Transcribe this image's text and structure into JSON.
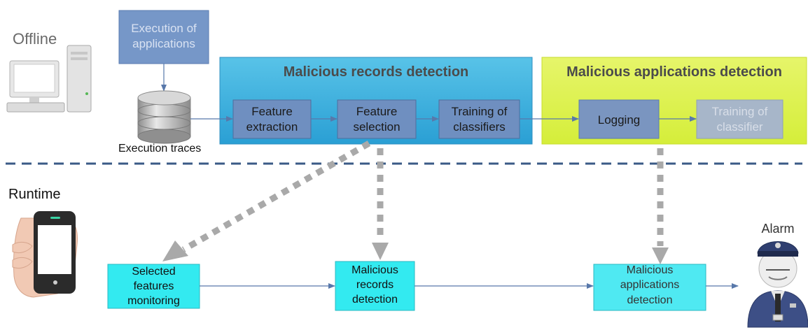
{
  "sections": {
    "offline": "Offline",
    "runtime": "Runtime",
    "alarm": "Alarm"
  },
  "offline": {
    "execution_box": [
      "Execution of",
      "applications"
    ],
    "db_label": "Execution traces",
    "records_group": {
      "title": "Malicious records detection",
      "steps": [
        [
          "Feature",
          "extraction"
        ],
        [
          "Feature",
          "selection"
        ],
        [
          "Training of",
          "classifiers"
        ]
      ]
    },
    "apps_group": {
      "title": "Malicious applications detection",
      "steps": [
        [
          "Logging"
        ],
        [
          "Training of",
          "classifier"
        ]
      ]
    }
  },
  "runtime": {
    "steps": [
      [
        "Selected",
        "features",
        "monitoring"
      ],
      [
        "Malicious",
        "records",
        "detection"
      ],
      [
        "Malicious",
        "applications",
        "detection"
      ]
    ]
  },
  "colors": {
    "records_group": "#3eaedc",
    "apps_group": "#d8ef2e",
    "step_box": "#6f8fc0",
    "runtime_box": "#33eaf0",
    "arrow": "#5878aa",
    "dashed_arrow": "#a9a9a9",
    "separator": "#3a5a86"
  }
}
